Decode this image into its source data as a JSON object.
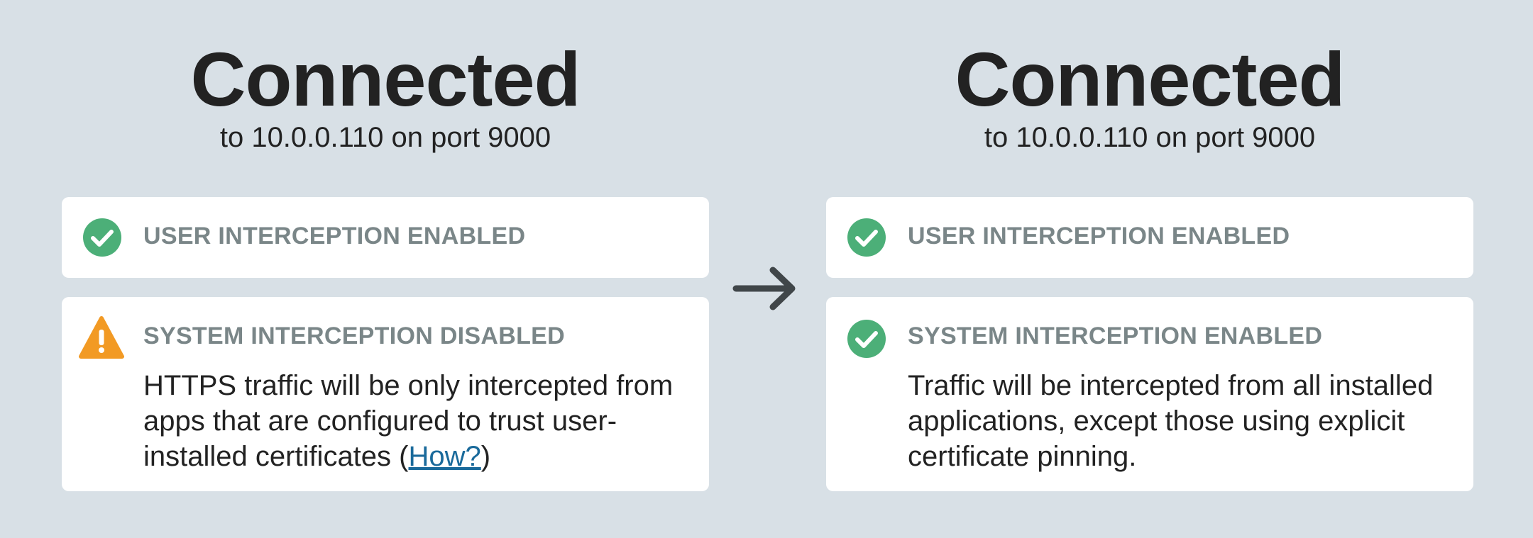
{
  "before": {
    "title": "Connected",
    "subtitle": "to 10.0.0.110 on port 9000",
    "user_interception": {
      "label": "USER INTERCEPTION ENABLED",
      "icon": "check-circle-icon"
    },
    "system_interception": {
      "label": "SYSTEM INTERCEPTION DISABLED",
      "icon": "warning-triangle-icon",
      "description_prefix": "HTTPS traffic will be only intercepted from apps that are configured to trust user-installed certificates (",
      "link_text": "How?",
      "description_suffix": ")"
    }
  },
  "after": {
    "title": "Connected",
    "subtitle": "to 10.0.0.110 on port 9000",
    "user_interception": {
      "label": "USER INTERCEPTION ENABLED",
      "icon": "check-circle-icon"
    },
    "system_interception": {
      "label": "SYSTEM INTERCEPTION ENABLED",
      "icon": "check-circle-icon",
      "description": "Traffic will be intercepted from all installed applications, except those using explicit certificate pinning."
    }
  },
  "transition_icon": "arrow-right-icon",
  "colors": {
    "background": "#d8e0e6",
    "card": "#ffffff",
    "success": "#4caf78",
    "warning": "#f29a24",
    "label": "#7a8688",
    "link": "#1a6a9b"
  }
}
